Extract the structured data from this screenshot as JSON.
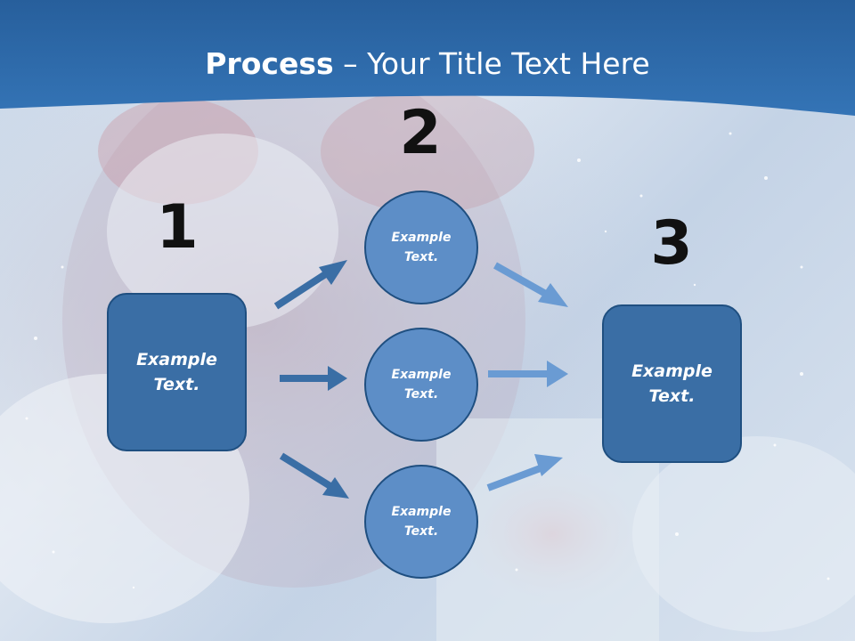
{
  "title": {
    "bold": "Process",
    "rest": " – Your Title Text Here"
  },
  "steps": [
    {
      "number": "1",
      "text": "Example Text."
    },
    {
      "number": "2",
      "items": [
        "Example Text.",
        "Example Text.",
        "Example Text."
      ]
    },
    {
      "number": "3",
      "text": "Example Text."
    }
  ],
  "colors": {
    "header": "#2e6aa8",
    "box": "#3a6ea5",
    "circle": "#5d8ec7",
    "arrow_dark": "#3a6ea5",
    "arrow_light": "#6a9bd3"
  }
}
